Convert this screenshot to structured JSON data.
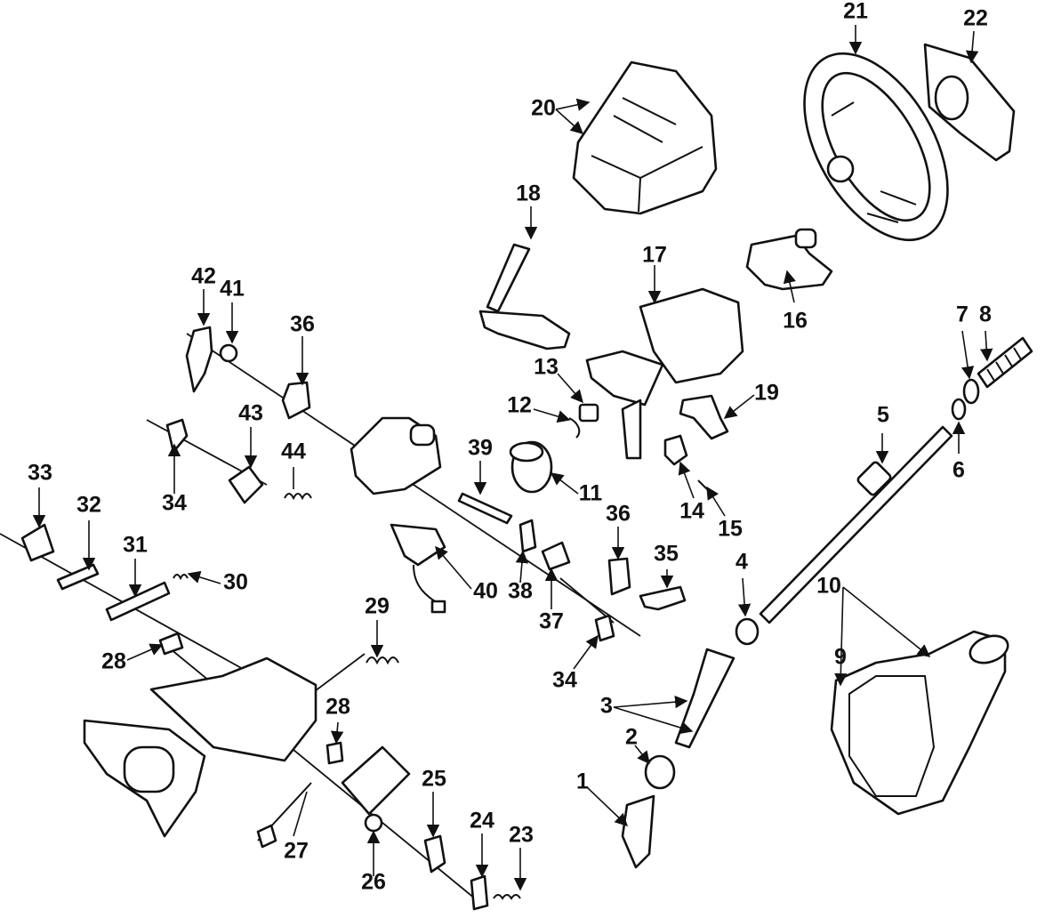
{
  "callouts": {
    "c1": "1",
    "c2": "2",
    "c3": "3",
    "c4": "4",
    "c5": "5",
    "c6": "6",
    "c7": "7",
    "c8": "8",
    "c9": "9",
    "c10": "10",
    "c11": "11",
    "c12": "12",
    "c13": "13",
    "c14": "14",
    "c15": "15",
    "c16": "16",
    "c17": "17",
    "c18": "18",
    "c19": "19",
    "c20": "20",
    "c21": "21",
    "c22": "22",
    "c23": "23",
    "c24": "24",
    "c25": "25",
    "c26": "26",
    "c27": "27",
    "c28a": "28",
    "c28b": "28",
    "c29": "29",
    "c30": "30",
    "c31": "31",
    "c32": "32",
    "c33": "33",
    "c34a": "34",
    "c34b": "34",
    "c35": "35",
    "c36a": "36",
    "c36b": "36",
    "c37": "37",
    "c38": "38",
    "c39": "39",
    "c40": "40",
    "c41": "41",
    "c42": "42",
    "c43": "43",
    "c44": "44"
  },
  "colors": {
    "ink": "#111111",
    "paper": "#ffffff"
  }
}
